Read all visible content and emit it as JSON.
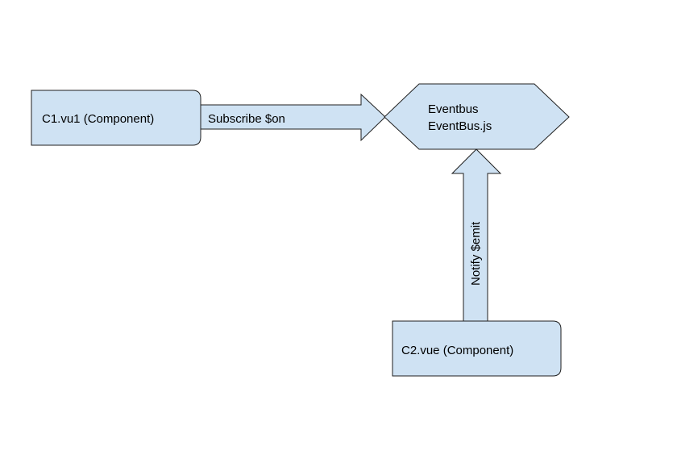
{
  "diagram": {
    "component1": {
      "label": "C1.vu1 (Component)"
    },
    "component2": {
      "label": "C2.vue (Component)"
    },
    "eventbus": {
      "line1": "Eventbus",
      "line2": "EventBus.js"
    },
    "subscribe_arrow": {
      "label": "Subscribe $on"
    },
    "notify_arrow": {
      "label": "Notify $emit"
    }
  },
  "colors": {
    "shape_fill": "#cfe2f3",
    "shape_stroke": "#1f1f1f",
    "text": "#000000",
    "background": "#ffffff"
  }
}
